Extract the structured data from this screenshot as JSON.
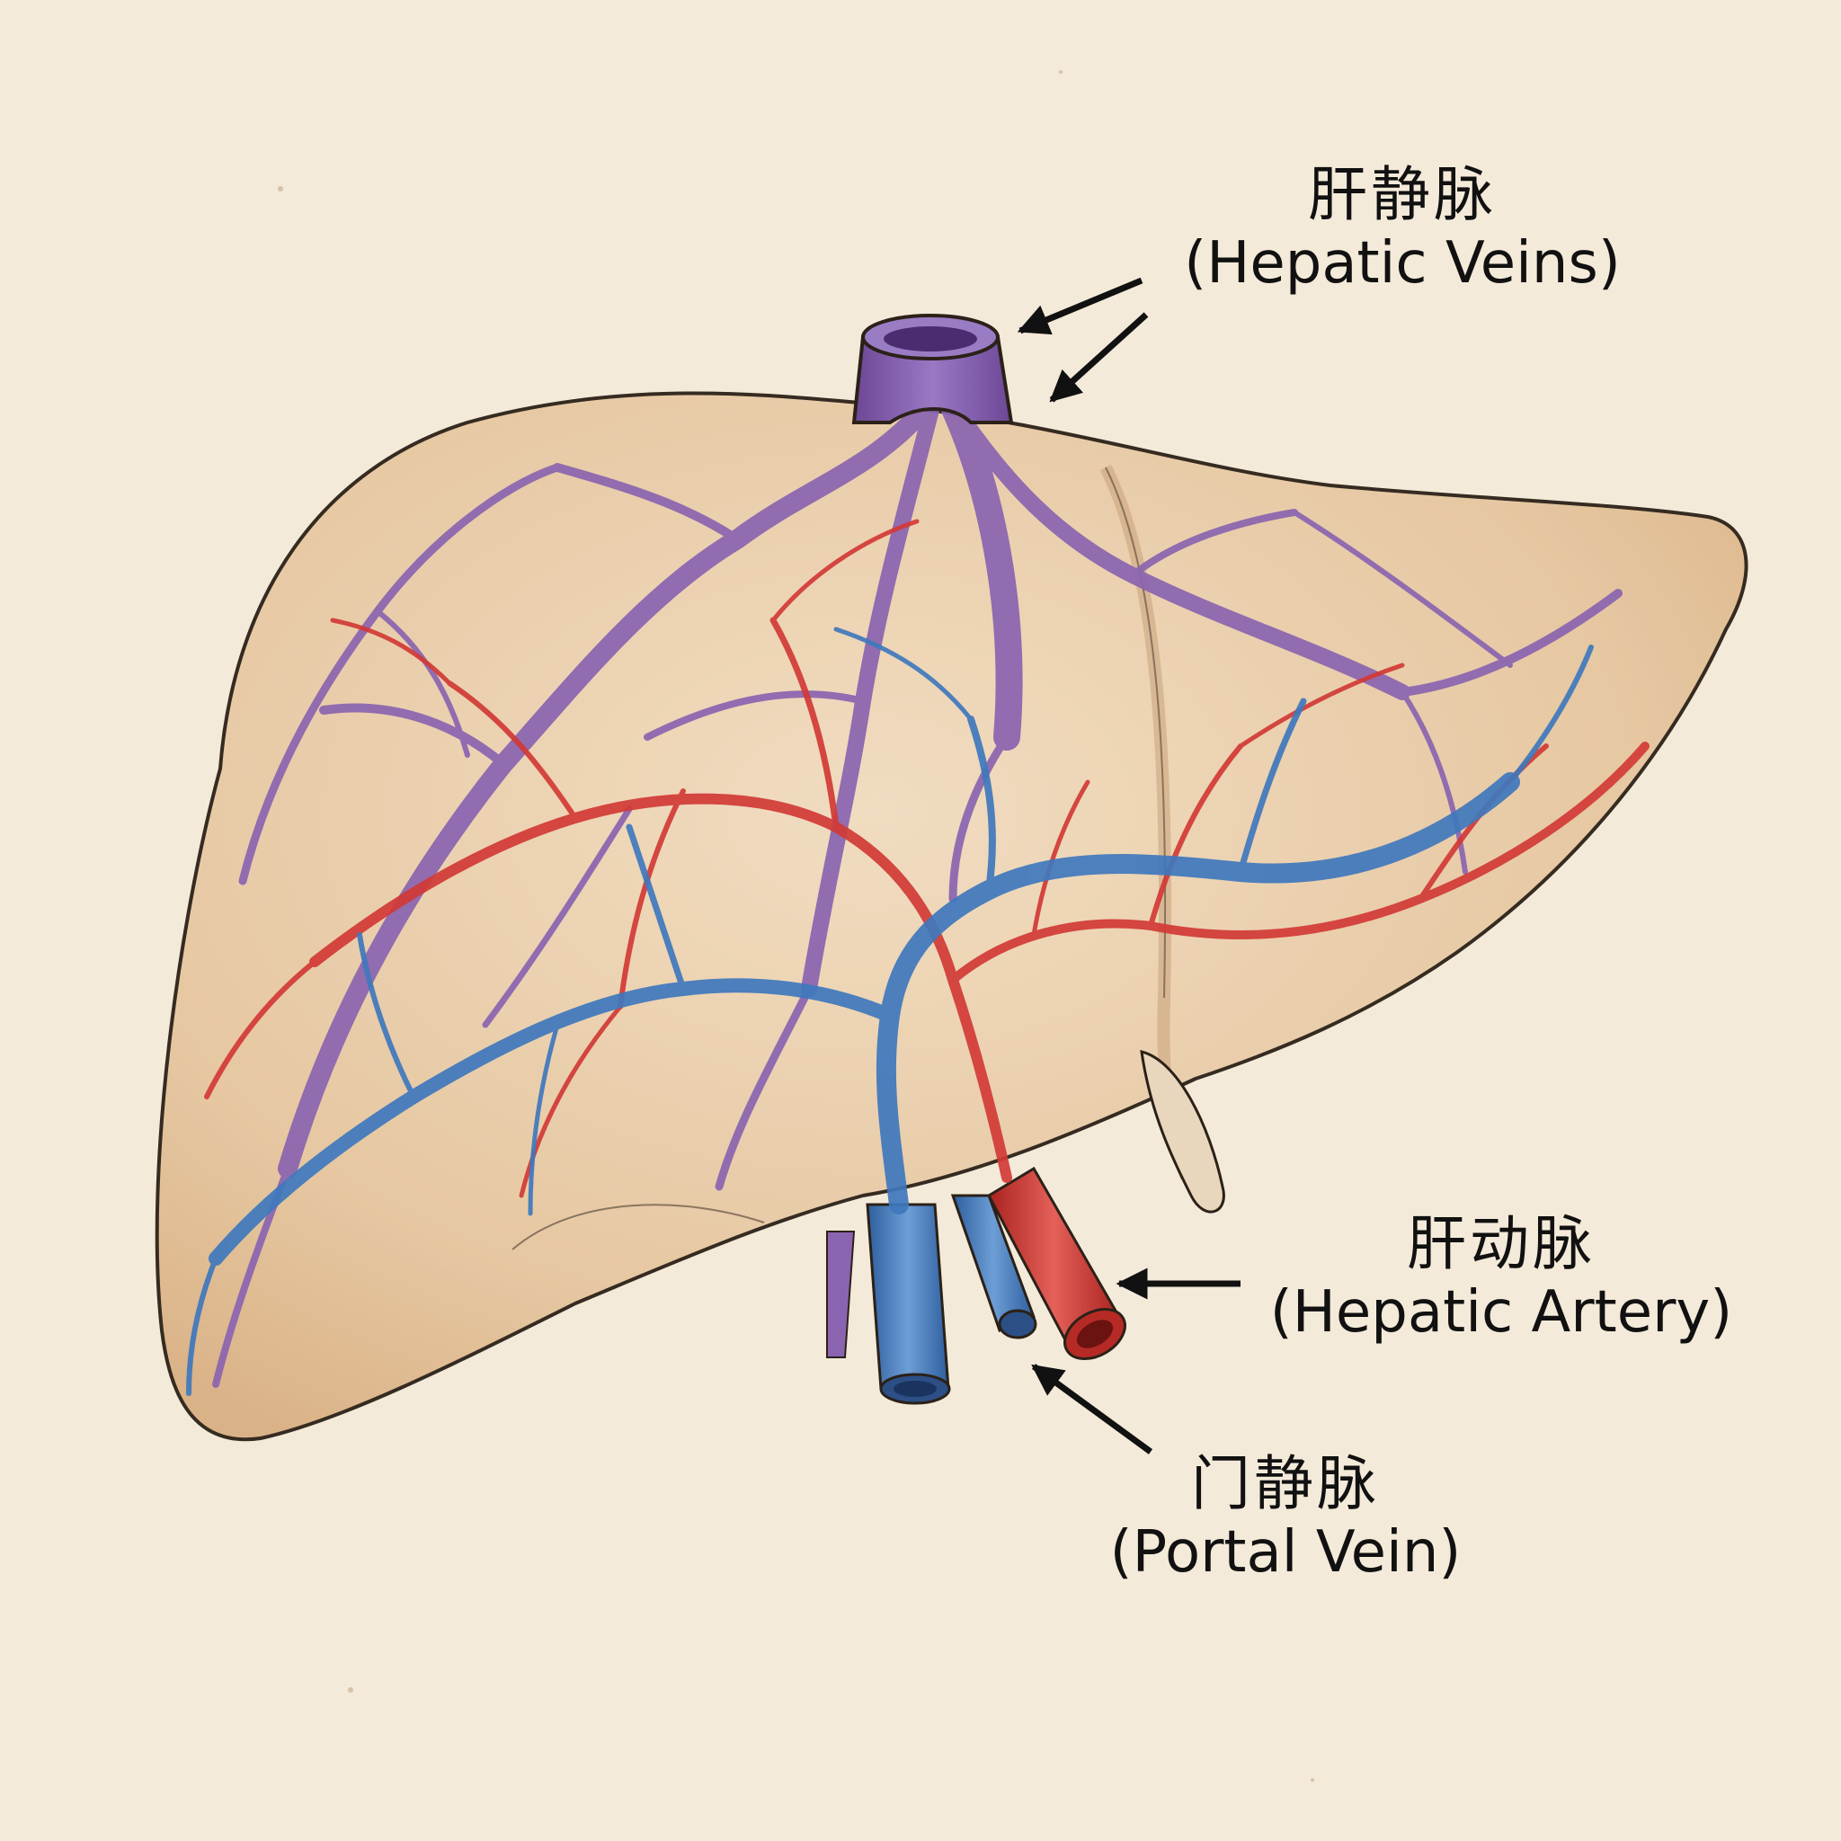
{
  "labels": {
    "hepatic_veins": {
      "zh": "肝静脉",
      "en": "(Hepatic Veins)"
    },
    "hepatic_artery": {
      "zh": "肝动脉",
      "en": "(Hepatic Artery)"
    },
    "portal_vein": {
      "zh": "门静脉",
      "en": "(Portal Vein)"
    }
  },
  "colors": {
    "paper": "#f4ead9",
    "liver_fill": "#e8c9a4",
    "outline": "#2b2118",
    "hepatic_vein": "#8a64b0",
    "hepatic_artery": "#d23a36",
    "portal_vein": "#3f78bd",
    "arrow": "#111111"
  }
}
